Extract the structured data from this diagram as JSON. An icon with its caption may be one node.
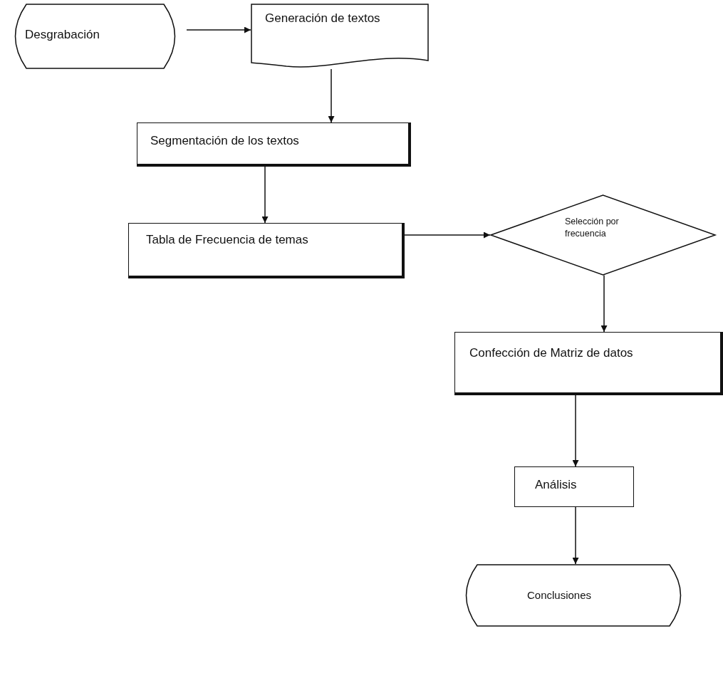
{
  "diagram": {
    "nodes": [
      {
        "text": [
          "Desgrabación"
        ]
      },
      {
        "text": [
          "Generación de textos"
        ]
      },
      {
        "text": [
          "Segmentación de los textos"
        ]
      },
      {
        "text": [
          "Tabla de Frecuencia de temas"
        ]
      },
      {
        "text": [
          "Selección por frecuencia"
        ]
      },
      {
        "text": [
          "Confección de Matriz de datos"
        ]
      },
      {
        "text": [
          "Análisis"
        ]
      },
      {
        "text": [
          "Conclusiones"
        ]
      }
    ],
    "edges": [
      {
        "from": 0,
        "to": 1,
        "arrow": "to"
      },
      {
        "from": 1,
        "to": 2,
        "arrow": "to"
      },
      {
        "from": 2,
        "to": 3,
        "arrow": "to"
      },
      {
        "from": 3,
        "to": 4,
        "arrow": "to"
      },
      {
        "from": 4,
        "to": 5,
        "arrow": "to"
      },
      {
        "from": 5,
        "to": 6,
        "arrow": "to"
      },
      {
        "from": 6,
        "to": 7,
        "arrow": "to"
      }
    ]
  }
}
